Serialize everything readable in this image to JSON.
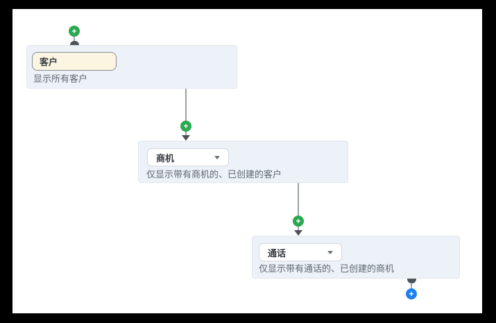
{
  "flow": {
    "nodes": [
      {
        "id": "customers",
        "control": "text-input",
        "value": "客户",
        "description": "显示所有客户"
      },
      {
        "id": "opportunities",
        "control": "select",
        "value": "商机",
        "description": "仅显示带有商机的、已创建的客户"
      },
      {
        "id": "calls",
        "control": "select",
        "value": "通话",
        "description": "仅显示带有通话的、已创建的商机"
      }
    ],
    "add_buttons": [
      {
        "position": "before-customers",
        "color": "#2aa850"
      },
      {
        "position": "between-customers-opportunities",
        "color": "#2aa850"
      },
      {
        "position": "between-opportunities-calls",
        "color": "#2aa850"
      },
      {
        "position": "after-calls",
        "color": "#1e80f0"
      }
    ]
  },
  "icons": {
    "plus": "+",
    "caret_down": "▼"
  },
  "colors": {
    "canvas_background": "#ffffff",
    "frame": "#000000",
    "card_background": "#edf1f8",
    "card_border": "#e1e7f0",
    "input_background": "#fcf5e2",
    "input_border": "#878d95",
    "connector_line": "#9aa1a9",
    "arrow": "#4b5359",
    "plus_green": "#2aa850",
    "plus_blue": "#1e80f0"
  }
}
